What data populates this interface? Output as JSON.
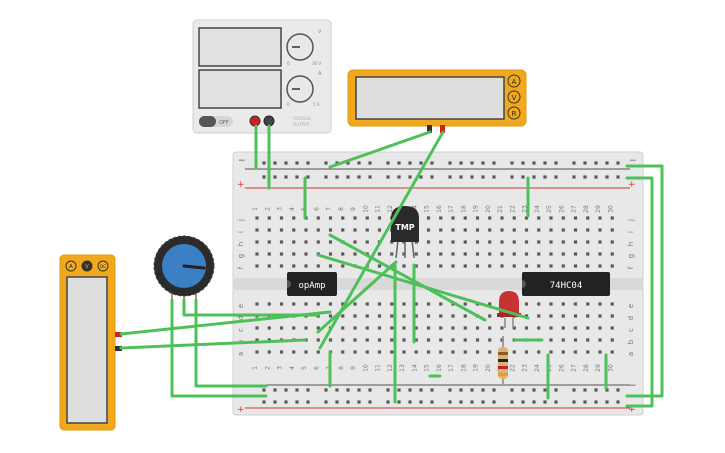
{
  "colors": {
    "wire": "#4ec05a",
    "meter_body": "#f2a81d",
    "breadboard": "#e8e8e8",
    "rail_pos": "#d43333",
    "rail_neg": "#555555",
    "chip": "#222222",
    "pot_knob": "#3b7fc4",
    "led": "#c83232",
    "psu_body": "#eaeaea"
  },
  "power_supply": {
    "knob_v_label": "V",
    "knob_i_label": "A",
    "scale_low": "0",
    "scale_v_high": "30 V",
    "scale_i_high": "5 A",
    "switch_label": "OFF",
    "brand_line1": "VOLTAGE",
    "brand_line2": "OUTPUT"
  },
  "multimeter_top": {
    "buttons": [
      "A",
      "V",
      "R"
    ]
  },
  "multimeter_left": {
    "buttons": [
      "A",
      "V",
      "OC"
    ]
  },
  "breadboard": {
    "columns": [
      "1",
      "2",
      "3",
      "4",
      "5",
      "6",
      "7",
      "8",
      "9",
      "10",
      "11",
      "12",
      "13",
      "14",
      "15",
      "16",
      "17",
      "18",
      "19",
      "20",
      "21",
      "22",
      "23",
      "24",
      "25",
      "26",
      "27",
      "28",
      "29",
      "30"
    ],
    "rows_top": [
      "j",
      "i",
      "h",
      "g",
      "f"
    ],
    "rows_bottom": [
      "e",
      "d",
      "c",
      "b",
      "a"
    ],
    "rail_minus": "−",
    "rail_plus": "+"
  },
  "components": {
    "sensor_label": "TMP",
    "opamp_label": "opAmp",
    "inverter_label": "74HC04"
  }
}
